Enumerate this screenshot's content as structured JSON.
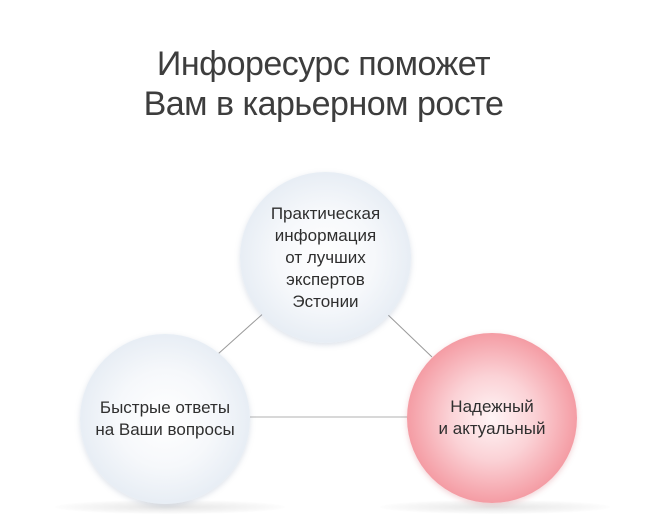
{
  "title": {
    "line1": "Инфоресурс поможет",
    "line2": "Вам в карьерном росте"
  },
  "nodes": {
    "top": {
      "lines": [
        "Практическая",
        "информация",
        "от лучших",
        "экспертов",
        "Эстонии"
      ],
      "color": "#e4ebf3"
    },
    "left": {
      "lines": [
        "Быстрые ответы",
        "на Ваши вопросы"
      ],
      "color": "#e4ebf3"
    },
    "right": {
      "lines": [
        "Надежный",
        "и актуальный"
      ],
      "color": "#f49aa2"
    }
  },
  "colors": {
    "title": "#3d3d3d",
    "text": "#2f2f2f",
    "connector": "#9a9a9a",
    "accent_red": "#ee7d87",
    "accent_blue": "#d6e1ed"
  }
}
